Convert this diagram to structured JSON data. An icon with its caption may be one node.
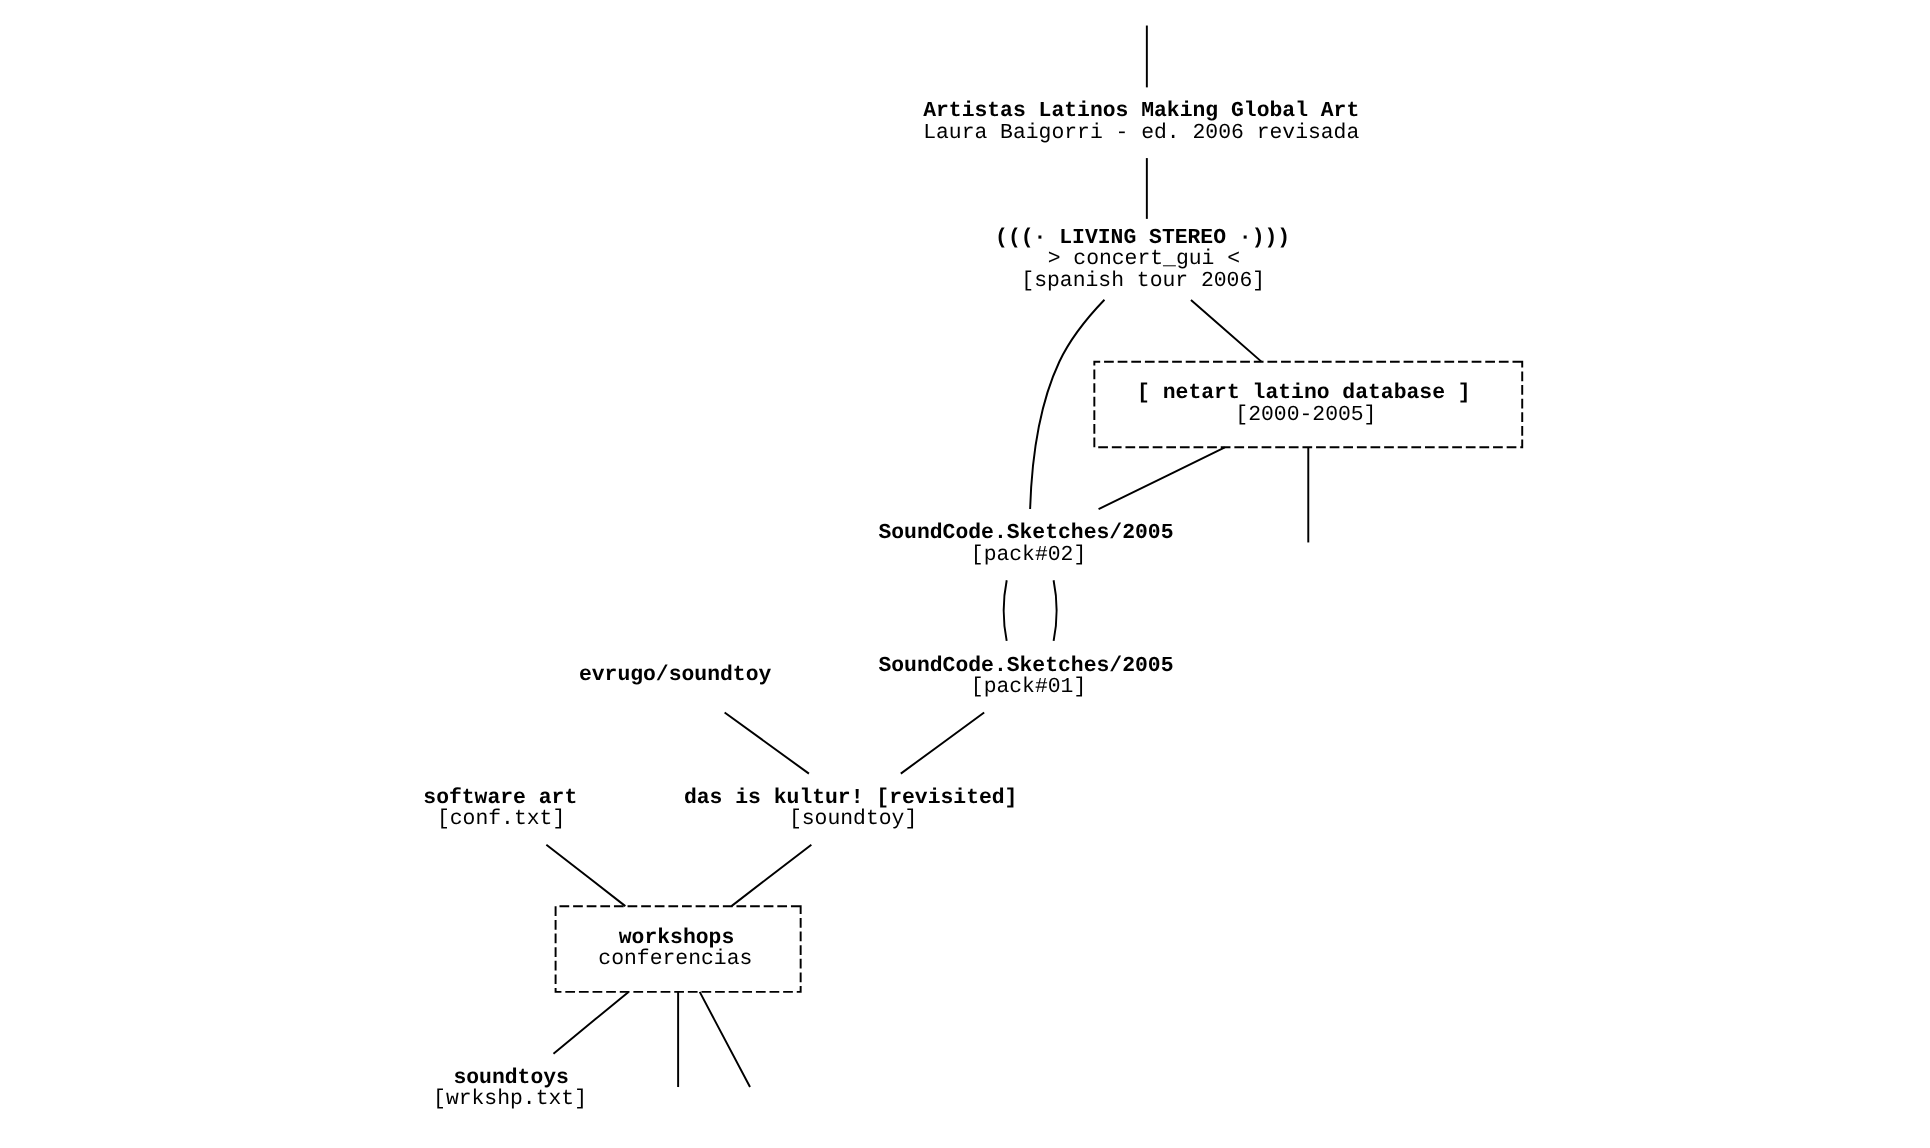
{
  "diagram": {
    "nodes": [
      {
        "text": [
          "Artistas Latinos Making Global Art",
          "Laura Baigorri - ed. 2006 revisada"
        ]
      },
      {
        "text": [
          "(((· LIVING STEREO ·)))",
          "> concert_gui <",
          "[spanish tour 2006]"
        ]
      },
      {
        "text": [
          "[ netart latino database ]",
          "[2000-2005]"
        ]
      },
      {
        "text": [
          "SoundCode.Sketches/2005",
          "[pack#02]"
        ]
      },
      {
        "text": [
          "evrugo/soundtoy"
        ]
      },
      {
        "text": [
          "SoundCode.Sketches/2005",
          "[pack#01]"
        ]
      },
      {
        "text": [
          "das is kultur! [revisited]",
          "[soundtoy]"
        ]
      },
      {
        "text": [
          "workshops",
          "conferencias"
        ]
      },
      {
        "text": [
          "software art",
          "[conf.txt]"
        ]
      },
      {
        "text": [
          "soundtoys",
          "[wrkshp.txt]"
        ]
      }
    ],
    "edges": [
      {
        "from": null,
        "to": 0,
        "arrow": "none"
      },
      {
        "from": 0,
        "to": 1,
        "arrow": "none"
      },
      {
        "from": 1,
        "to": 2,
        "arrow": "none"
      },
      {
        "from": 1,
        "to": 3,
        "arrow": "none"
      },
      {
        "from": 2,
        "to": 3,
        "arrow": "none"
      },
      {
        "from": 3,
        "to": 5,
        "arrow": "none"
      },
      {
        "from": 3,
        "to": 5,
        "arrow": "none"
      },
      {
        "from": 4,
        "to": 6,
        "arrow": "none"
      },
      {
        "from": 5,
        "to": 6,
        "arrow": "none"
      },
      {
        "from": 6,
        "to": 7,
        "arrow": "none"
      },
      {
        "from": 8,
        "to": 7,
        "arrow": "none"
      },
      {
        "from": 7,
        "to": 9,
        "arrow": "none"
      },
      {
        "from": 2,
        "to": null,
        "arrow": "none"
      },
      {
        "from": 7,
        "to": null,
        "arrow": "none"
      },
      {
        "from": 7,
        "to": null,
        "arrow": "none"
      }
    ]
  }
}
